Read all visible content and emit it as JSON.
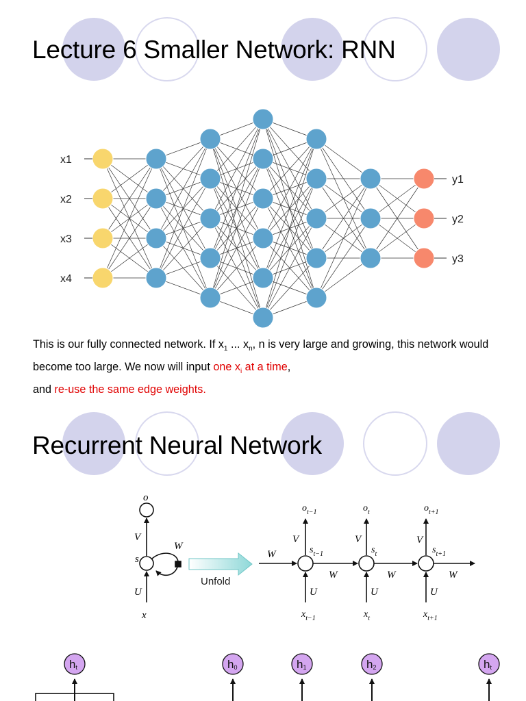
{
  "colors": {
    "deco_fill": "#d3d3ec",
    "deco_stroke": "#d8d8ee",
    "input_node": "#f8d66d",
    "hidden_node": "#5ea3cd",
    "output_node": "#f7886c",
    "unfold_arrow": "#9fdfe0",
    "h_node": "#d4a6f0",
    "highlight_text": "#e00000"
  },
  "slide1": {
    "title": "Lecture 6 Smaller Network: RNN",
    "network": {
      "input_labels": [
        "x1",
        "x2",
        "x3",
        "x4"
      ],
      "output_labels": [
        "y1",
        "y2",
        "y3"
      ],
      "layer_sizes": [
        4,
        4,
        5,
        6,
        5,
        3,
        3
      ],
      "connection_type": "fully connected"
    },
    "text": {
      "p1": "This is our fully connected network. If x",
      "sub_1": "1",
      "p2": " ... x",
      "sub_n": "n",
      "p3": ", n is very large and growing, this network would become too large. We now will input ",
      "red1a": "one x",
      "sub_i": "i",
      "red1b": " at a time",
      "p4": ",",
      "p5": "and ",
      "red2": "re-use the same edge weights."
    }
  },
  "slide2": {
    "title": "Recurrent Neural Network",
    "rnn": {
      "o": "o",
      "V": "V",
      "s": "s",
      "W": "W",
      "U": "U",
      "x": "x",
      "unfold": "Unfold",
      "o_tm1": "o",
      "o_tm1_sub": "t−1",
      "o_t": "o",
      "o_t_sub": "t",
      "o_tp1": "o",
      "o_tp1_sub": "t+1",
      "s_tm1": "s",
      "s_tm1_sub": "t−1",
      "s_t": "s",
      "s_t_sub": "t",
      "s_tp1": "s",
      "s_tp1_sub": "t+1",
      "x_tm1": "x",
      "x_tm1_sub": "t−1",
      "x_t": "x",
      "x_t_sub": "t",
      "x_tp1": "x",
      "x_tp1_sub": "t+1"
    },
    "h_nodes": [
      {
        "label": "h",
        "sub": "t"
      },
      {
        "label": "h",
        "sub": "0"
      },
      {
        "label": "h",
        "sub": "1"
      },
      {
        "label": "h",
        "sub": "2"
      },
      {
        "label": "h",
        "sub": "t"
      }
    ]
  }
}
